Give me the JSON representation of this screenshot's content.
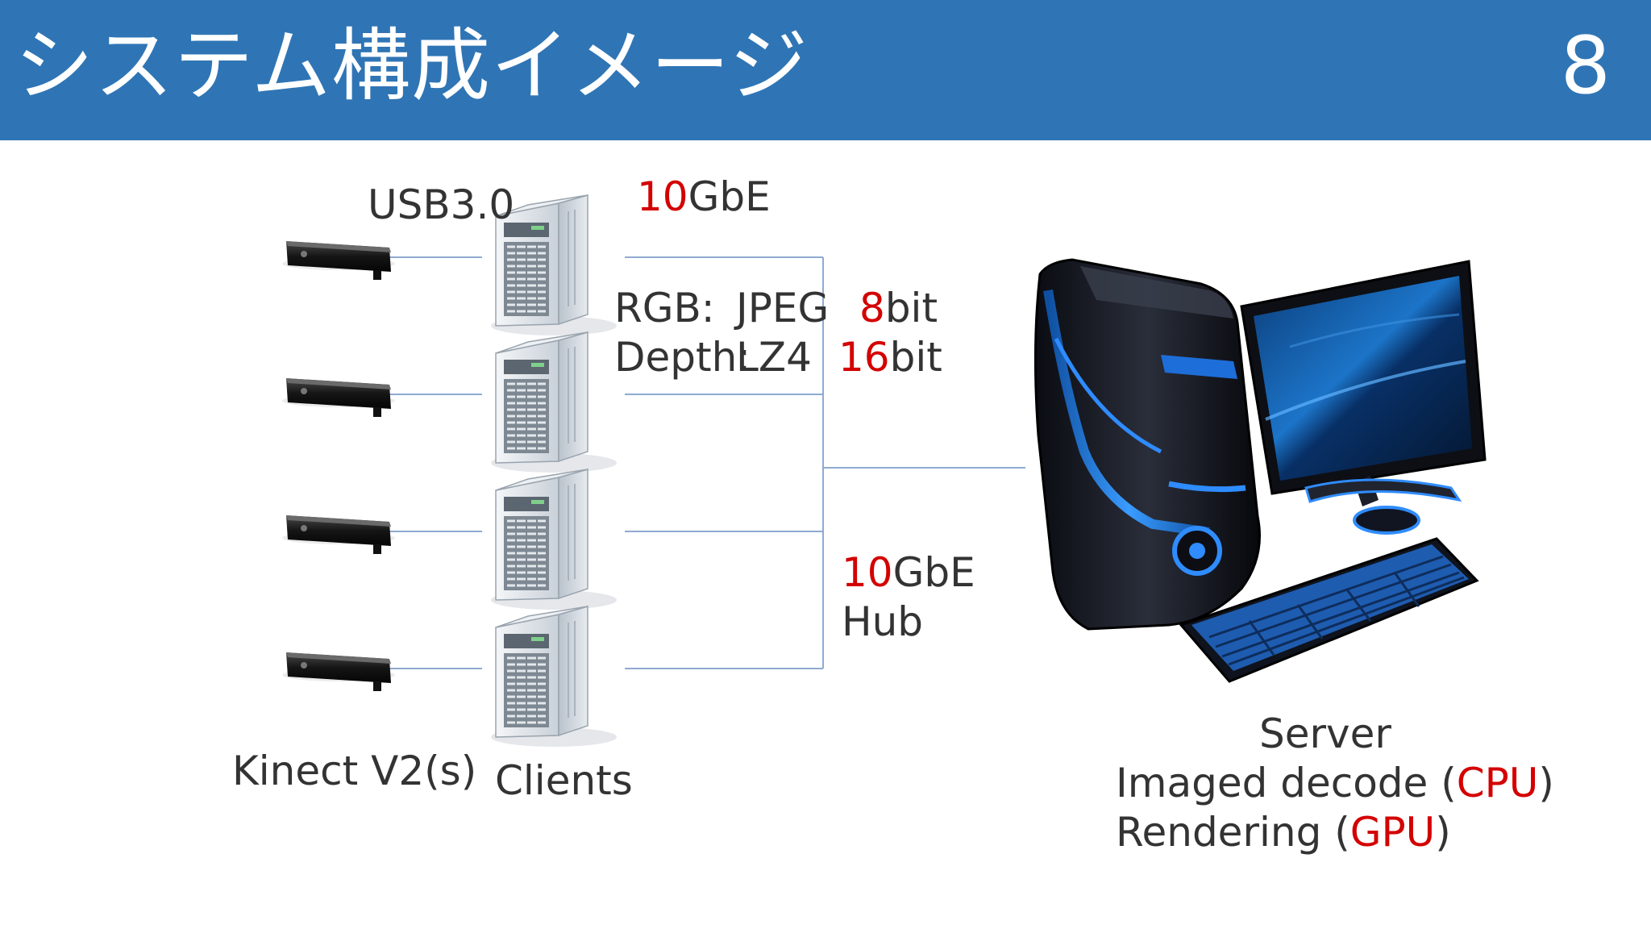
{
  "slide": {
    "title": "システム構成イメージ",
    "page_number": "8"
  },
  "labels": {
    "usb": "USB3.0",
    "top_speed_num": "10",
    "top_speed_unit": "GbE",
    "rgb_prefix": "RGB:",
    "rgb_format": "JPEG",
    "rgb_depth_num": "8",
    "rgb_depth_unit": "bit",
    "depth_prefix": "Depth:",
    "depth_format": "LZ4",
    "depth_depth_num": "16",
    "depth_depth_unit": "bit",
    "hub_speed_num": "10",
    "hub_speed_unit": "GbE",
    "hub": "Hub",
    "kinect": "Kinect V2(s)",
    "clients": "Clients",
    "server": "Server",
    "decode_prefix": "Imaged decode (",
    "decode_unit": "CPU",
    "decode_suffix": ")",
    "render_prefix": "Rendering (",
    "render_unit": "GPU",
    "render_suffix": ")"
  },
  "colors": {
    "header": "#2f75b5",
    "highlight": "#d40000",
    "text": "#333333",
    "connector": "#8faad0"
  },
  "icons": {
    "kinect": "kinect-sensor-icon",
    "client": "server-tower-icon",
    "server": "desktop-computer-icon"
  }
}
